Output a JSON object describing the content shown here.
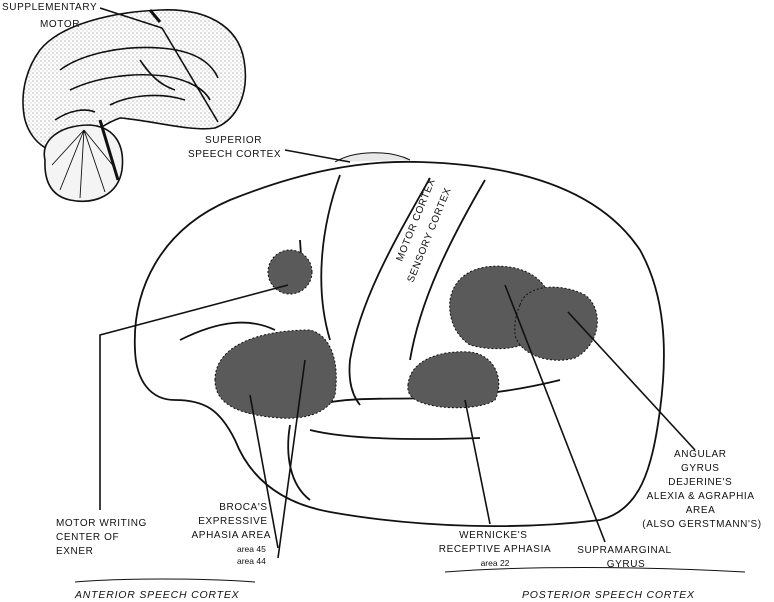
{
  "labels": {
    "supplementary": [
      "SUPPLEMENTARY",
      "MOTOR"
    ],
    "superior": [
      "SUPERIOR",
      "SPEECH CORTEX"
    ],
    "motor_cortex": "MOTOR CORTEX",
    "sensory_cortex": "SENSORY CORTEX",
    "angular": [
      "ANGULAR",
      "GYRUS",
      "DEJERINE'S",
      "ALEXIA & AGRAPHIA",
      "AREA",
      "(ALSO GERSTMANN'S)"
    ],
    "broca": [
      "BROCA'S",
      "EXPRESSIVE",
      "APHASIA AREA"
    ],
    "broca_area45": "area 45",
    "broca_area44": "area 44",
    "exner": [
      "MOTOR WRITING",
      "CENTER OF",
      "EXNER"
    ],
    "wernicke": [
      "WERNICKE'S",
      "RECEPTIVE APHASIA"
    ],
    "wernicke_area": "area 22",
    "supramarginal": [
      "SUPRAMARGINAL",
      "GYRUS"
    ],
    "anterior": "ANTERIOR SPEECH CORTEX",
    "posterior": "POSTERIOR SPEECH CORTEX"
  },
  "colors": {
    "ink": "#111111",
    "region_fill": "#5a5a5a",
    "stipple": "#9a9a9a"
  }
}
